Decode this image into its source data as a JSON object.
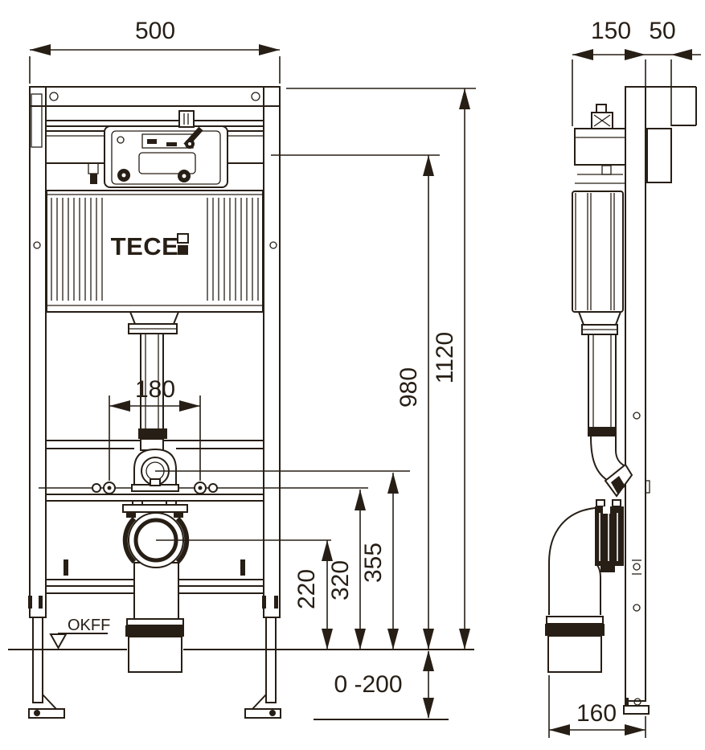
{
  "colors": {
    "ink": "#271e15",
    "paper": "#ffffff"
  },
  "front_view": {
    "logo_text": "TECE",
    "floor_level_label": "OKFF",
    "dims": {
      "overall_width": "500",
      "bolt_spacing": "180",
      "outlet_center_height": "220",
      "bolt_height": "320",
      "flush_pipe_height": "355",
      "upper_height": "980",
      "overall_height": "1120",
      "foot_adjustment": "0 -200"
    }
  },
  "side_view": {
    "dims": {
      "frame_depth": "150",
      "wall_plate_depth": "50",
      "outlet_offset": "160"
    }
  }
}
